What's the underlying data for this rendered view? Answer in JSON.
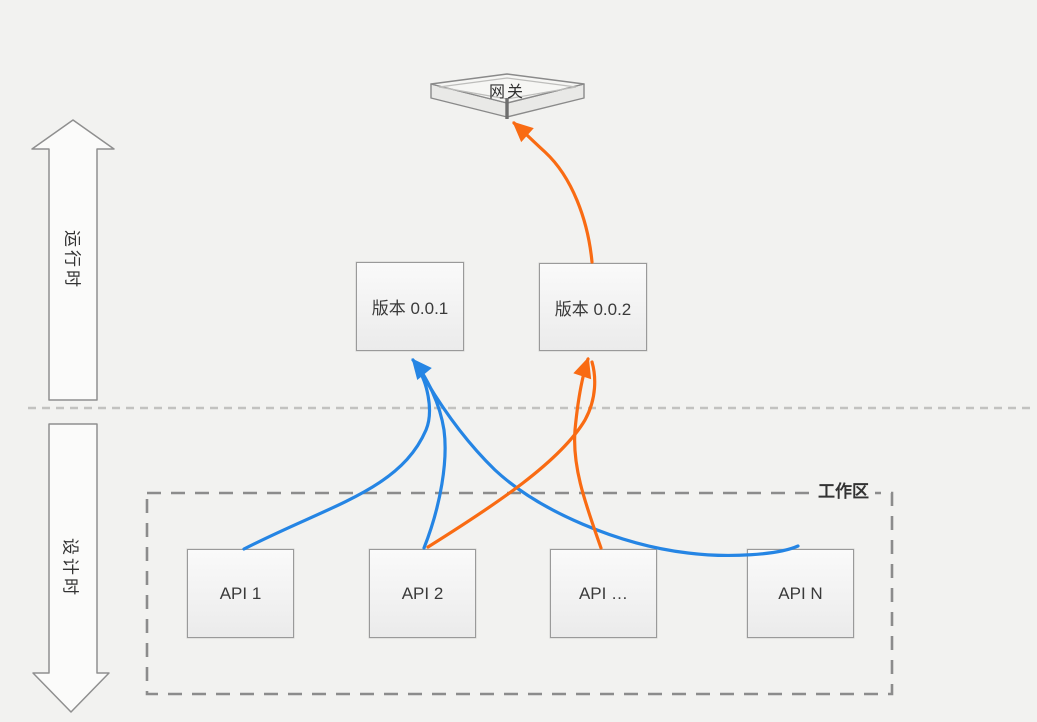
{
  "diagram": {
    "title_hint": "API versions routed to gateway",
    "gateway": {
      "label": "网关"
    },
    "phase_axis": {
      "runtime_label": "运行时",
      "design_label": "设计时"
    },
    "workspace": {
      "label": "工作区"
    },
    "versions": [
      {
        "label": "版本 0.0.1"
      },
      {
        "label": "版本 0.0.2"
      }
    ],
    "apis": [
      {
        "label": "API 1"
      },
      {
        "label": "API 2"
      },
      {
        "label": "API …"
      },
      {
        "label": "API N"
      }
    ],
    "edges": [
      {
        "from": "API 1",
        "to": "版本 0.0.1",
        "color": "blue"
      },
      {
        "from": "API 2",
        "to": "版本 0.0.1",
        "color": "blue"
      },
      {
        "from": "API N",
        "to": "版本 0.0.1",
        "color": "blue"
      },
      {
        "from": "API 2",
        "to": "版本 0.0.2",
        "color": "orange"
      },
      {
        "from": "API …",
        "to": "版本 0.0.2",
        "color": "orange"
      },
      {
        "from": "版本 0.0.2",
        "to": "网关",
        "color": "orange"
      }
    ],
    "colors": {
      "background": "#f2f2f0",
      "blue": "#2585e4",
      "orange": "#f96b13",
      "box_border": "#9a9a9a",
      "dashed_border": "#8c8c8c",
      "divider": "#c2c2c0"
    }
  }
}
